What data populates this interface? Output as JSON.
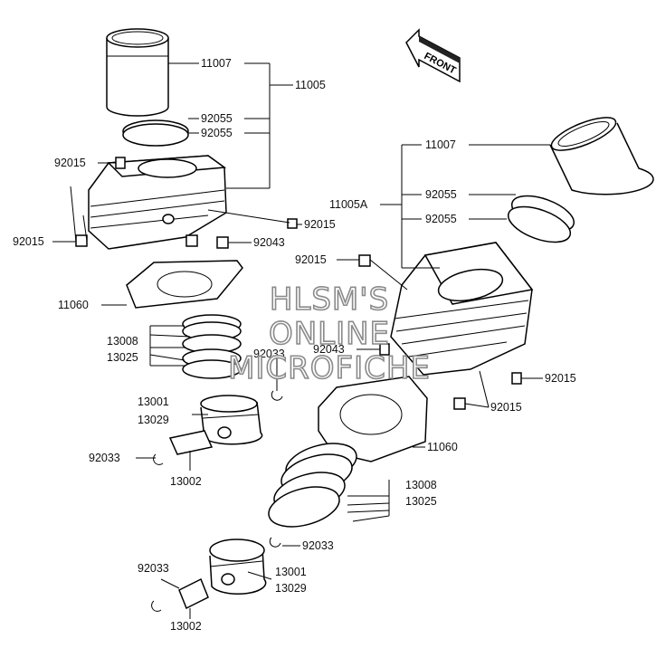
{
  "labels": {
    "p11007_a": "11007",
    "p11005": "11005",
    "p92055_a1": "92055",
    "p92055_a2": "92055",
    "p92015_a1": "92015",
    "p92015_a2": "92015",
    "p92015_a3": "92015",
    "p92043_a": "92043",
    "p11060_a": "11060",
    "p13008_a": "13008",
    "p13025_a": "13025",
    "p92033_a1": "92033",
    "p13001_a": "13001",
    "p13029_a": "13029",
    "p92033_a2": "92033",
    "p13002_a": "13002",
    "p11007_b": "11007",
    "p11005A": "11005A",
    "p92055_b1": "92055",
    "p92055_b2": "92055",
    "p92015_b1": "92015",
    "p92043_b": "92043",
    "p92015_b2": "92015",
    "p92015_b3": "92015",
    "p11060_b": "11060",
    "p13008_b": "13008",
    "p13025_b": "13025",
    "p92033_b1": "92033",
    "p92033_b2": "92033",
    "p13001_b": "13001",
    "p13029_b": "13029",
    "p13002_b": "13002"
  },
  "front_arrow": {
    "text": "FRONT"
  },
  "watermark": {
    "line1": "HLSM'S",
    "line2": "ONLINE",
    "line3": "MICROFICHE"
  }
}
